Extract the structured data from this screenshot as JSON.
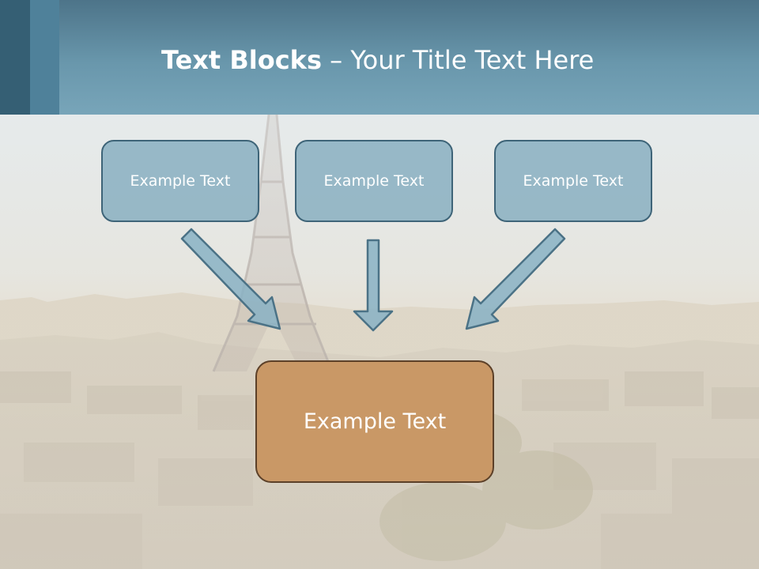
{
  "title": {
    "bold": "Text Blocks",
    "rest": " – Your Title Text Here"
  },
  "blocks": {
    "top": [
      "Example Text",
      "Example Text",
      "Example Text"
    ],
    "bottom": "Example Text"
  },
  "colors": {
    "header": "#6997ac",
    "header_dark": "#355f74",
    "box_fill": "#80aabe",
    "box_border": "#3e6478",
    "center_fill": "#c99866",
    "center_border": "#5c4028",
    "arrow_fill": "#88b1c4",
    "arrow_stroke": "#4b7286"
  }
}
